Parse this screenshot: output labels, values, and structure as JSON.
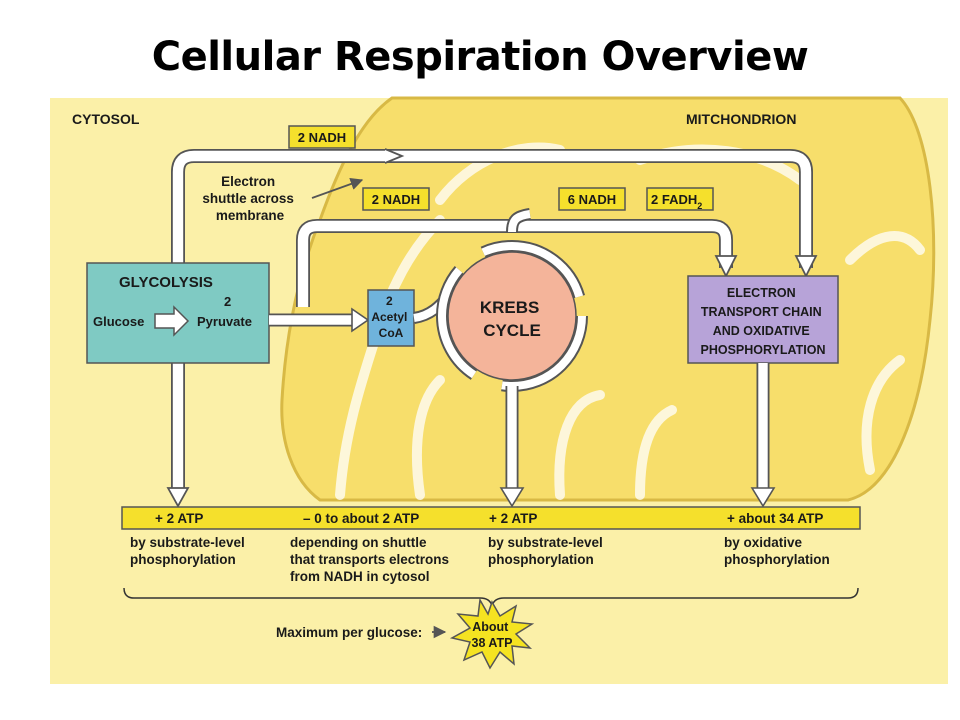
{
  "title": "Cellular Respiration Overview",
  "regions": {
    "cytosol": "CYTOSOL",
    "mitochondrion": "MITCHONDRION"
  },
  "labels": {
    "nadh_top": "2 NADH",
    "shuttle": [
      "Electron",
      "shuttle across",
      "membrane"
    ],
    "nadh_mid": "2 NADH",
    "nadh_krebs": "6 NADH",
    "fadh": "2 FADH",
    "fadh_sub": "2"
  },
  "glycolysis": {
    "title": "GLYCOLYSIS",
    "input": "Glucose",
    "count": "2",
    "output": "Pyruvate"
  },
  "acetyl": [
    "2",
    "Acetyl",
    "CoA"
  ],
  "krebs": [
    "KREBS",
    "CYCLE"
  ],
  "etc": [
    "ELECTRON",
    "TRANSPORT CHAIN",
    "AND OXIDATIVE",
    "PHOSPHORYLATION"
  ],
  "atp": {
    "glycolysis": "+ 2 ATP",
    "shuttle": "– 0 to about 2 ATP",
    "krebs": "+ 2 ATP",
    "oxidative": "+ about 34 ATP"
  },
  "notes": {
    "glycolysis": [
      "by substrate-level",
      "phosphorylation"
    ],
    "shuttle": [
      "depending on shuttle",
      "that transports electrons",
      "from NADH in cytosol"
    ],
    "krebs": [
      "by substrate-level",
      "phosphorylation"
    ],
    "oxidative": [
      "by oxidative",
      "phosphorylation"
    ]
  },
  "summary": {
    "label": "Maximum per glucose:",
    "star": [
      "About",
      "38 ATP"
    ]
  },
  "colors": {
    "background": "#fbf0a8",
    "mitochondrion": "#f7de6b",
    "mito_stroke": "#d8b945",
    "box_yellow": "#f5e02c",
    "glycolysis_box": "#7fcac3",
    "acetyl_box": "#6fb3dc",
    "krebs_circle": "#f4b49a",
    "etc_box": "#b7a3d8",
    "star": "#f5e321"
  }
}
